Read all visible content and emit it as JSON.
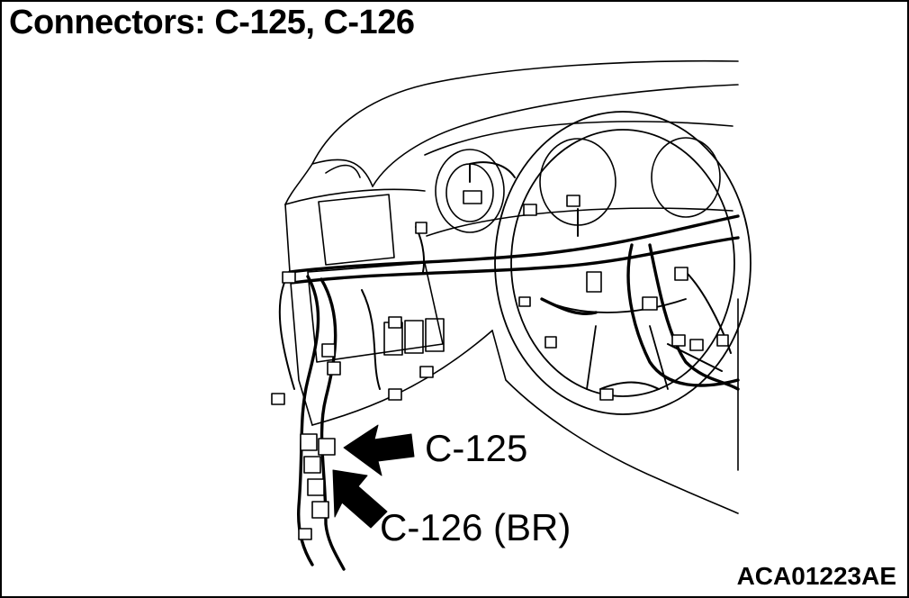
{
  "title": "Connectors: C-125, C-126",
  "callouts": {
    "c125": "C-125",
    "c126": "C-126 (BR)"
  },
  "figure_code": "ACA01223AE",
  "colors": {
    "ink": "#000000",
    "background": "#ffffff"
  }
}
